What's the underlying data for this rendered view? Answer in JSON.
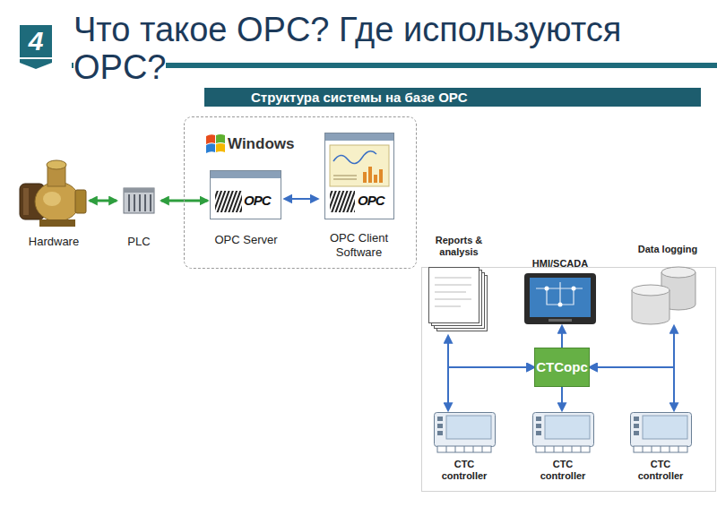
{
  "diagram": {
    "title": "Что такое OPC? Где используются OPC?",
    "nodes": [
      {
        "text": [
          "4"
        ]
      },
      {
        "text": [
          "Структура системы на базе OPC"
        ]
      },
      {
        "text": [
          "Hardware"
        ]
      },
      {
        "text": [
          "PLC"
        ]
      },
      {
        "text": [
          "Windows"
        ]
      },
      {
        "text": [
          "OPC Server"
        ],
        "in": 4
      },
      {
        "text": [
          "OPC Client Software"
        ],
        "in": 4
      },
      {
        "text": [
          "Reports & analysis"
        ]
      },
      {
        "text": [
          "HMI/SCADA"
        ]
      },
      {
        "text": [
          "Data logging"
        ]
      },
      {
        "text": [
          "CTCopc"
        ]
      },
      {
        "text": [
          "CTC controller"
        ]
      },
      {
        "text": [
          "CTC controller"
        ]
      },
      {
        "text": [
          "CTC controller"
        ]
      }
    ],
    "edges": [
      {
        "from": 2,
        "to": 3,
        "arrow": "both"
      },
      {
        "from": 3,
        "to": 5,
        "arrow": "both"
      },
      {
        "from": 5,
        "to": 6,
        "arrow": "both"
      },
      {
        "from": 10,
        "to": 7,
        "arrow": "both"
      },
      {
        "from": 10,
        "to": 8,
        "arrow": "to"
      },
      {
        "from": 10,
        "to": 9,
        "arrow": "both"
      },
      {
        "from": 10,
        "to": 11,
        "arrow": "both"
      },
      {
        "from": 10,
        "to": 12,
        "arrow": "to"
      },
      {
        "from": 10,
        "to": 13,
        "arrow": "both"
      }
    ],
    "labels": [
      "OPC",
      "OPC"
    ]
  }
}
